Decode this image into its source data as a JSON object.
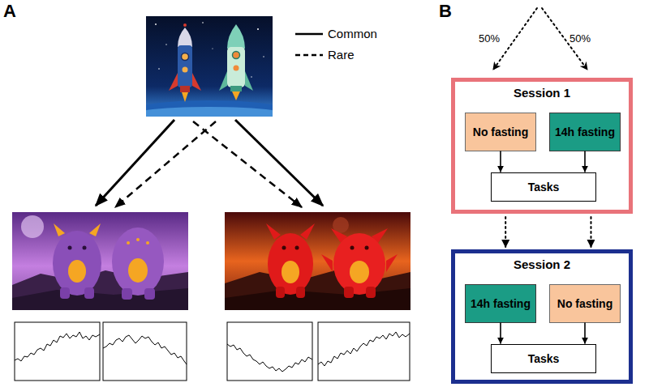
{
  "diagram": {
    "nodes": [
      {
        "text": [
          "Session 1"
        ]
      },
      {
        "text": [
          "No fasting"
        ],
        "in": 0
      },
      {
        "text": [
          "14h fasting"
        ],
        "in": 0
      },
      {
        "text": [
          "Tasks"
        ],
        "in": 0
      },
      {
        "text": [
          "Session 2"
        ]
      },
      {
        "text": [
          "14h fasting"
        ],
        "in": 4
      },
      {
        "text": [
          "No fasting"
        ],
        "in": 4
      },
      {
        "text": [
          "Tasks"
        ],
        "in": 4
      }
    ],
    "edges": [
      {
        "from": 1,
        "to": 3,
        "arrow": "to"
      },
      {
        "from": 2,
        "to": 3,
        "arrow": "to"
      },
      {
        "from": 5,
        "to": 7,
        "arrow": "to"
      },
      {
        "from": 6,
        "to": 7,
        "arrow": "to"
      },
      {
        "from": 0,
        "to": 4,
        "arrow": "to"
      },
      {
        "from": 0,
        "to": 4,
        "arrow": "to"
      }
    ],
    "labels": [
      "A",
      "B",
      "50%",
      "50%"
    ],
    "legend": [
      {
        "text": "Common"
      },
      {
        "text": "Rare"
      }
    ]
  }
}
